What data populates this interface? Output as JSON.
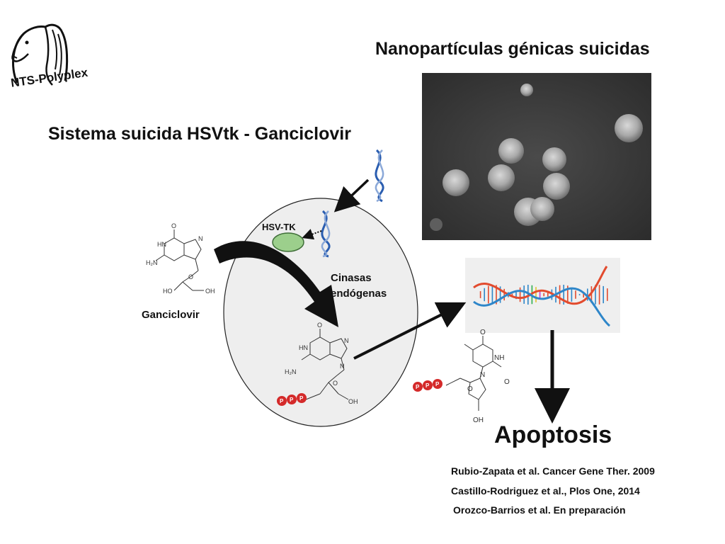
{
  "logo": {
    "text": "NTS-Polyplex",
    "icon": "horse-head-logo"
  },
  "titles": {
    "nanoparticles": "Nanopartículas génicas suicidas",
    "system": "Sistema suicida HSVtk - Ganciclovir"
  },
  "labels": {
    "hsvtk": "HSV-TK",
    "cinasas": "Cinasas endógenas",
    "ganciclovir": "Ganciclovir",
    "apoptosis": "Apoptosis"
  },
  "molecule_labels": {
    "o": "O",
    "n": "N",
    "hn": "HN",
    "nh": "NH",
    "h2n": "H₂N",
    "oh": "OH",
    "ho": "HO",
    "p": "P"
  },
  "references": [
    "Rubio-Zapata et al. Cancer Gene Ther. 2009",
    "Castillo-Rodriguez et al., Plos One, 2014",
    "Orozco-Barrios et al. En preparación"
  ],
  "colors": {
    "enzyme_fill": "#9ccf8c",
    "phosphate": "#d42a2a",
    "dna_strand_a": "#e24b2e",
    "dna_strand_b": "#2e86c9",
    "dna_helix_small": "#2a5db0"
  }
}
